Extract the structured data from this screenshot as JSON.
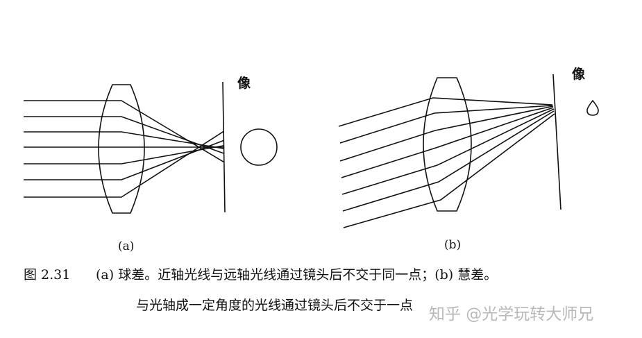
{
  "labels": {
    "image_a": "像",
    "image_b": "像",
    "panel_a": "(a)",
    "panel_b": "(b)"
  },
  "caption": {
    "figure_number": "图 2.31",
    "line1": "(a) 球差。近轴光线与远轴光线通过镜头后不交于同一点；(b) 慧差。",
    "line2": "与光轴成一定角度的光线通过镜头后不交于一点"
  },
  "watermark": "知乎 @光学玩转大师兄",
  "colors": {
    "ink": "#111111",
    "watermark": "#b8b8b8"
  }
}
